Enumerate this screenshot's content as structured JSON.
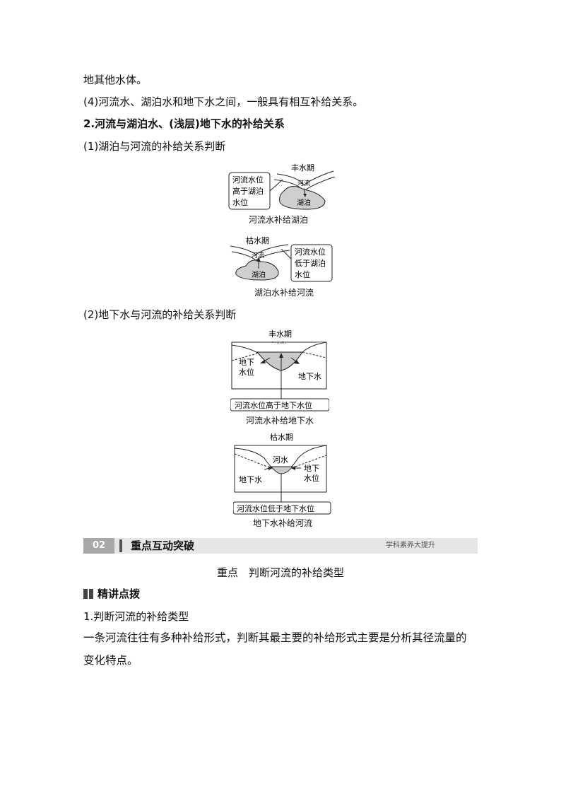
{
  "paragraphs": {
    "p1": "地其他水体。",
    "p2": "(4)河流水、湖泊水和地下水之间，一般具有相互补给关系。",
    "heading2": "2.河流与湖泊水、(浅层)地下水的补给关系",
    "sub1": "(1)湖泊与河流的补给关系判断",
    "sub2": "(2)地下水与河流的补给关系判断"
  },
  "figure1": {
    "season": "丰水期",
    "box_lines": [
      "河流水位",
      "高于湖泊",
      "水位"
    ],
    "river": "河流",
    "lake": "湖泊",
    "caption": "河流水补给湖泊"
  },
  "figure2": {
    "season": "枯水期",
    "box_lines": [
      "河流水位",
      "低于湖泊",
      "水位"
    ],
    "river": "河流",
    "lake": "湖泊",
    "caption": "湖泊水补给河流"
  },
  "figure3": {
    "season": "丰水期",
    "river": "河水",
    "wt_left": [
      "地下",
      "水位"
    ],
    "gw_right": "地下水",
    "box": "河流水位高于地下水位",
    "caption": "河流水补给地下水"
  },
  "figure4": {
    "season": "枯水期",
    "river": "河水",
    "gw_left": "地下水",
    "wt_right": [
      "地下",
      "水位"
    ],
    "box": "河流水位低于地下水位",
    "caption": "地下水补给河流"
  },
  "section": {
    "number": "02",
    "title": "重点互动突破",
    "tag": "学科素养大提升"
  },
  "focus_title": "重点　判断河流的补给类型",
  "subhead": "精讲点拨",
  "heading3": "1.判断河流的补给类型",
  "body_lines": [
    "一条河流往往有多种补给形式，判断其最主要的补给形式主要是分析其径流量的",
    "变化特点。"
  ]
}
